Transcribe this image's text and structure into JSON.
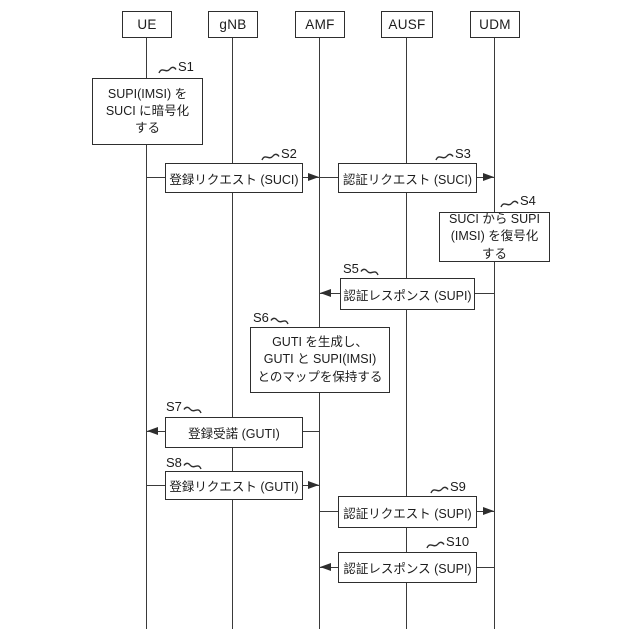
{
  "actors": [
    {
      "label": "UE"
    },
    {
      "label": "gNB"
    },
    {
      "label": "AMF"
    },
    {
      "label": "AUSF"
    },
    {
      "label": "UDM"
    }
  ],
  "steps": [
    {
      "id": "S1",
      "type": "action",
      "text": "SUPI(IMSI) を\nSUCI に暗号化\nする"
    },
    {
      "id": "S2",
      "type": "message",
      "from": "UE",
      "to": "AMF",
      "text": "登録リクエスト (SUCI)"
    },
    {
      "id": "S3",
      "type": "message",
      "from": "AMF",
      "to": "UDM",
      "text": "認証リクエスト (SUCI)"
    },
    {
      "id": "S4",
      "type": "action",
      "text": "SUCI から SUPI\n(IMSI) を復号化\nする"
    },
    {
      "id": "S5",
      "type": "message",
      "from": "UDM",
      "to": "AMF",
      "text": "認証レスポンス (SUPI)"
    },
    {
      "id": "S6",
      "type": "action",
      "text": "GUTI を生成し、\nGUTI と SUPI(IMSI)\nとのマップを保持する"
    },
    {
      "id": "S7",
      "type": "message",
      "from": "AMF",
      "to": "UE",
      "text": "登録受諾 (GUTI)"
    },
    {
      "id": "S8",
      "type": "message",
      "from": "UE",
      "to": "AMF",
      "text": "登録リクエスト (GUTI)"
    },
    {
      "id": "S9",
      "type": "message",
      "from": "AMF",
      "to": "UDM",
      "text": "認証リクエスト (SUPI)"
    },
    {
      "id": "S10",
      "type": "message",
      "from": "UDM",
      "to": "AMF",
      "text": "認証レスポンス (SUPI)"
    }
  ],
  "colors": {
    "line": "#2e2e2e",
    "background": "#ffffff",
    "text": "#1c1c1c"
  }
}
